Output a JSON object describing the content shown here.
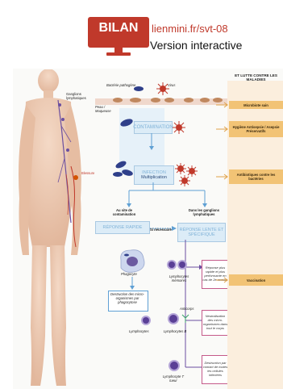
{
  "header": {
    "bilan": "BILAN",
    "link": "lienmini.fr/svt-08",
    "subtitle": "Version interactive"
  },
  "right_column": {
    "title": "ET LUTTE CONTRE LES MALADIES",
    "tags": [
      "Microbiote sain",
      "Hygiène Antisepsie / Asepsie Préservatifs",
      "Antibiotiques contre les bactéries",
      "Vaccination"
    ]
  },
  "labels": {
    "bacteria": "Bactérie pathogène",
    "virus": "Virus",
    "skin": "Peau / Muqueuse",
    "ganglions": "Ganglions lymphatiques",
    "blessure": "Blessure",
    "contamination": "CONTAMINATION",
    "infection": "INFECTION",
    "multiplication": "Multiplication",
    "site": "Au site de contamination",
    "ganglions_lymph": "Dans les ganglions lymphatiques",
    "rapid": "RÉPONSE RAPIDE",
    "if_needed": "Si nécessaire",
    "slow": "RÉPONSE LENTE ET SPÉCIFIQUE",
    "phagocyte": "Phagocyte",
    "destruction_phago": "Destruction des micro-organismes par phagocytose",
    "lymph_mem": "Lymphocytes mémoires",
    "lymphocytes": "Lymphocytes",
    "anticorps": "Anticorps",
    "lymph_b": "Lymphocytes B",
    "lymph_t": "Lymphocyte T tueur",
    "resp_plus": "Réponse plus rapide et plus performante en cas de 2e contact",
    "neutral": "Neutralisation des micro-organismes dans tout le corps",
    "destr_contact": "Destruction par contact de toutes les cellules infectées"
  }
}
